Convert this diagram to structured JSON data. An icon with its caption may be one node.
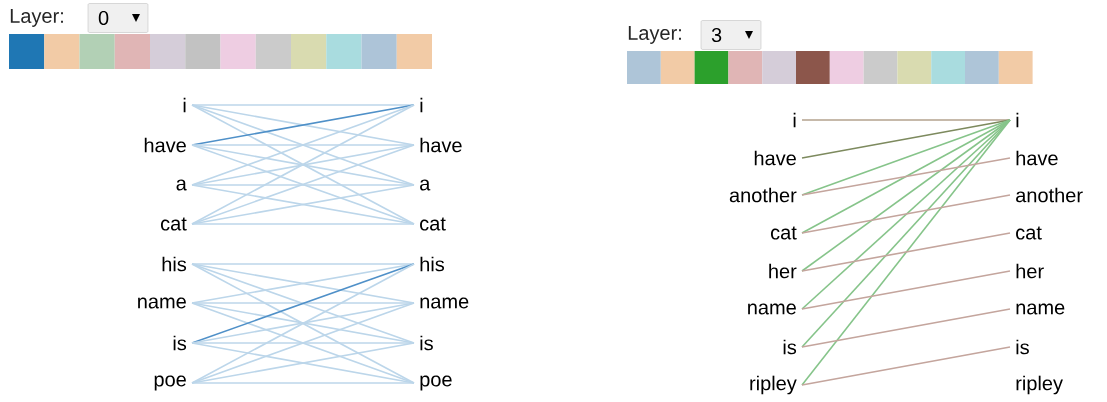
{
  "diagram": {
    "nodes": [
      {
        "text": [
          "0"
        ]
      },
      {
        "text": [
          "i"
        ]
      },
      {
        "text": [
          "have"
        ]
      },
      {
        "text": [
          "a"
        ]
      },
      {
        "text": [
          "cat"
        ]
      },
      {
        "text": [
          "his"
        ]
      },
      {
        "text": [
          "name"
        ]
      },
      {
        "text": [
          "is"
        ]
      },
      {
        "text": [
          "poe"
        ]
      },
      {
        "text": [
          "i"
        ]
      },
      {
        "text": [
          "have"
        ]
      },
      {
        "text": [
          "a"
        ]
      },
      {
        "text": [
          "cat"
        ]
      },
      {
        "text": [
          "his"
        ]
      },
      {
        "text": [
          "name"
        ]
      },
      {
        "text": [
          "is"
        ]
      },
      {
        "text": [
          "poe"
        ]
      },
      {
        "text": [
          "3"
        ]
      },
      {
        "text": [
          "i"
        ]
      },
      {
        "text": [
          "have"
        ]
      },
      {
        "text": [
          "another"
        ]
      },
      {
        "text": [
          "cat"
        ]
      },
      {
        "text": [
          "her"
        ]
      },
      {
        "text": [
          "name"
        ]
      },
      {
        "text": [
          "is"
        ]
      },
      {
        "text": [
          "ripley"
        ]
      },
      {
        "text": [
          "i"
        ]
      },
      {
        "text": [
          "have"
        ]
      },
      {
        "text": [
          "another"
        ]
      },
      {
        "text": [
          "cat"
        ]
      },
      {
        "text": [
          "her"
        ]
      },
      {
        "text": [
          "name"
        ]
      },
      {
        "text": [
          "is"
        ]
      },
      {
        "text": [
          "ripley"
        ]
      }
    ],
    "edges": [
      {
        "from": 1,
        "to": 9,
        "arrow": "none"
      },
      {
        "from": 1,
        "to": 10,
        "arrow": "none"
      },
      {
        "from": 1,
        "to": 11,
        "arrow": "none"
      },
      {
        "from": 1,
        "to": 12,
        "arrow": "none"
      },
      {
        "from": 2,
        "to": 9,
        "arrow": "none",
        "color": "#4f90c8"
      },
      {
        "from": 2,
        "to": 10,
        "arrow": "none"
      },
      {
        "from": 2,
        "to": 11,
        "arrow": "none"
      },
      {
        "from": 2,
        "to": 12,
        "arrow": "none"
      },
      {
        "from": 3,
        "to": 9,
        "arrow": "none"
      },
      {
        "from": 3,
        "to": 10,
        "arrow": "none"
      },
      {
        "from": 3,
        "to": 11,
        "arrow": "none"
      },
      {
        "from": 3,
        "to": 12,
        "arrow": "none"
      },
      {
        "from": 4,
        "to": 9,
        "arrow": "none"
      },
      {
        "from": 4,
        "to": 10,
        "arrow": "none"
      },
      {
        "from": 4,
        "to": 11,
        "arrow": "none"
      },
      {
        "from": 4,
        "to": 12,
        "arrow": "none"
      },
      {
        "from": 5,
        "to": 13,
        "arrow": "none"
      },
      {
        "from": 5,
        "to": 14,
        "arrow": "none"
      },
      {
        "from": 5,
        "to": 15,
        "arrow": "none"
      },
      {
        "from": 5,
        "to": 16,
        "arrow": "none"
      },
      {
        "from": 6,
        "to": 13,
        "arrow": "none"
      },
      {
        "from": 6,
        "to": 14,
        "arrow": "none"
      },
      {
        "from": 6,
        "to": 15,
        "arrow": "none"
      },
      {
        "from": 6,
        "to": 16,
        "arrow": "none"
      },
      {
        "from": 7,
        "to": 13,
        "arrow": "none",
        "color": "#4f90c8"
      },
      {
        "from": 7,
        "to": 14,
        "arrow": "none"
      },
      {
        "from": 7,
        "to": 15,
        "arrow": "none"
      },
      {
        "from": 7,
        "to": 16,
        "arrow": "none"
      },
      {
        "from": 8,
        "to": 13,
        "arrow": "none"
      },
      {
        "from": 8,
        "to": 14,
        "arrow": "none"
      },
      {
        "from": 8,
        "to": 15,
        "arrow": "none"
      },
      {
        "from": 8,
        "to": 16,
        "arrow": "none"
      },
      {
        "from": 18,
        "to": 26,
        "arrow": "none",
        "color": "#b3a28e"
      },
      {
        "from": 19,
        "to": 26,
        "arrow": "none",
        "color": "#7d8a5e"
      },
      {
        "from": 20,
        "to": 26,
        "arrow": "none",
        "color": "#86c48a"
      },
      {
        "from": 21,
        "to": 26,
        "arrow": "none",
        "color": "#86c48a"
      },
      {
        "from": 22,
        "to": 26,
        "arrow": "none",
        "color": "#86c48a"
      },
      {
        "from": 23,
        "to": 26,
        "arrow": "none",
        "color": "#86c48a"
      },
      {
        "from": 24,
        "to": 26,
        "arrow": "none",
        "color": "#86c48a"
      },
      {
        "from": 25,
        "to": 26,
        "arrow": "none",
        "color": "#86c48a"
      },
      {
        "from": 20,
        "to": 27,
        "arrow": "none",
        "color": "#c4a59d"
      },
      {
        "from": 21,
        "to": 28,
        "arrow": "none",
        "color": "#c4a59d"
      },
      {
        "from": 22,
        "to": 29,
        "arrow": "none",
        "color": "#c4a59d"
      },
      {
        "from": 23,
        "to": 30,
        "arrow": "none",
        "color": "#c4a59d"
      },
      {
        "from": 24,
        "to": 31,
        "arrow": "none",
        "color": "#c4a59d"
      },
      {
        "from": 25,
        "to": 32,
        "arrow": "none",
        "color": "#c4a59d"
      }
    ],
    "labels": [
      "Layer:",
      "Layer:"
    ]
  }
}
